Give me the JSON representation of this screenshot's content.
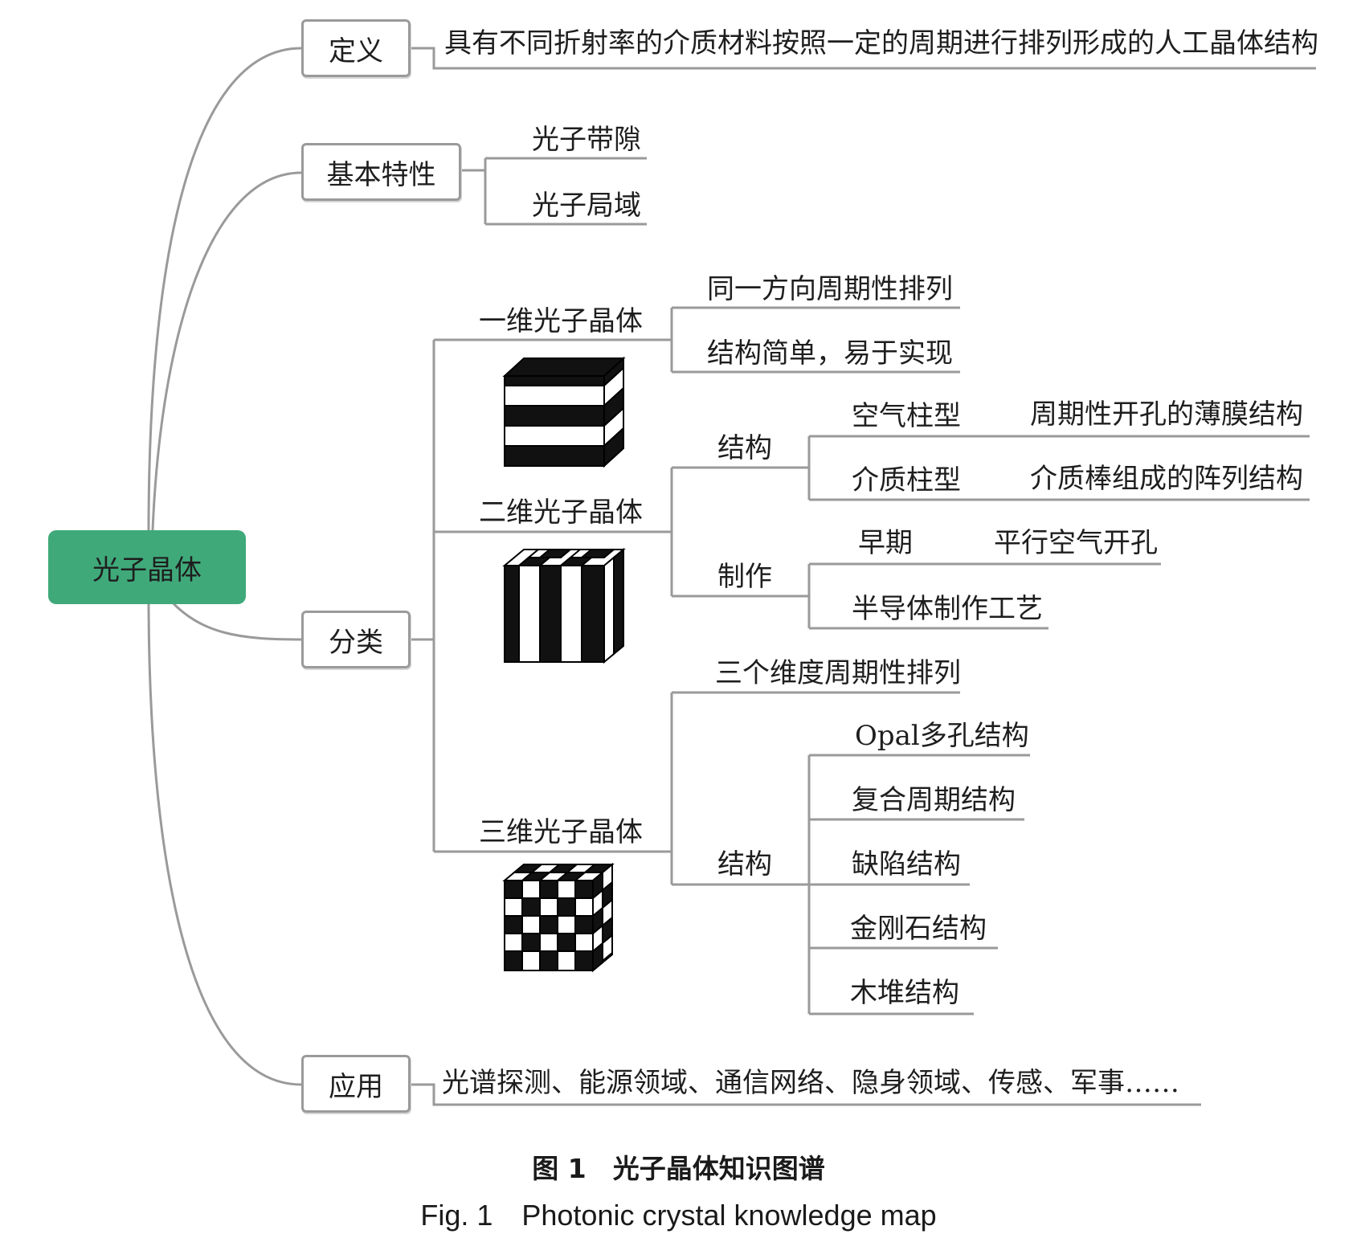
{
  "root": "光子晶体",
  "definition": {
    "label": "定义",
    "text": "具有不同折射率的介质材料按照一定的周期进行排列形成的人工晶体结构"
  },
  "properties": {
    "label": "基本特性",
    "items": [
      "光子带隙",
      "光子局域"
    ]
  },
  "classification": {
    "label": "分类",
    "one_d": {
      "label": "一维光子晶体",
      "items": [
        "同一方向周期性排列",
        "结构简单，易于实现"
      ]
    },
    "two_d": {
      "label": "二维光子晶体",
      "structure": {
        "label": "结构",
        "air_column": "空气柱型",
        "air_column_desc": "周期性开孔的薄膜结构",
        "dielectric_column": "介质柱型",
        "dielectric_column_desc": "介质棒组成的阵列结构"
      },
      "fabrication": {
        "label": "制作",
        "early": "早期",
        "early_desc": "平行空气开孔",
        "semiconductor": "半导体制作工艺"
      }
    },
    "three_d": {
      "label": "三维光子晶体",
      "periodic": "三个维度周期性排列",
      "structure_label": "结构",
      "structures": [
        "Opal多孔结构",
        "复合周期结构",
        "缺陷结构",
        "金刚石结构",
        "木堆结构"
      ]
    }
  },
  "application": {
    "label": "应用",
    "text": "光谱探测、能源领域、通信网络、隐身领域、传感、军事……"
  },
  "caption": {
    "cn": "图 1　光子晶体知识图谱",
    "en": "Fig. 1　Photonic crystal knowledge map"
  },
  "colors": {
    "root_fill": "#3fa97a",
    "line": "#9a9a9a"
  }
}
